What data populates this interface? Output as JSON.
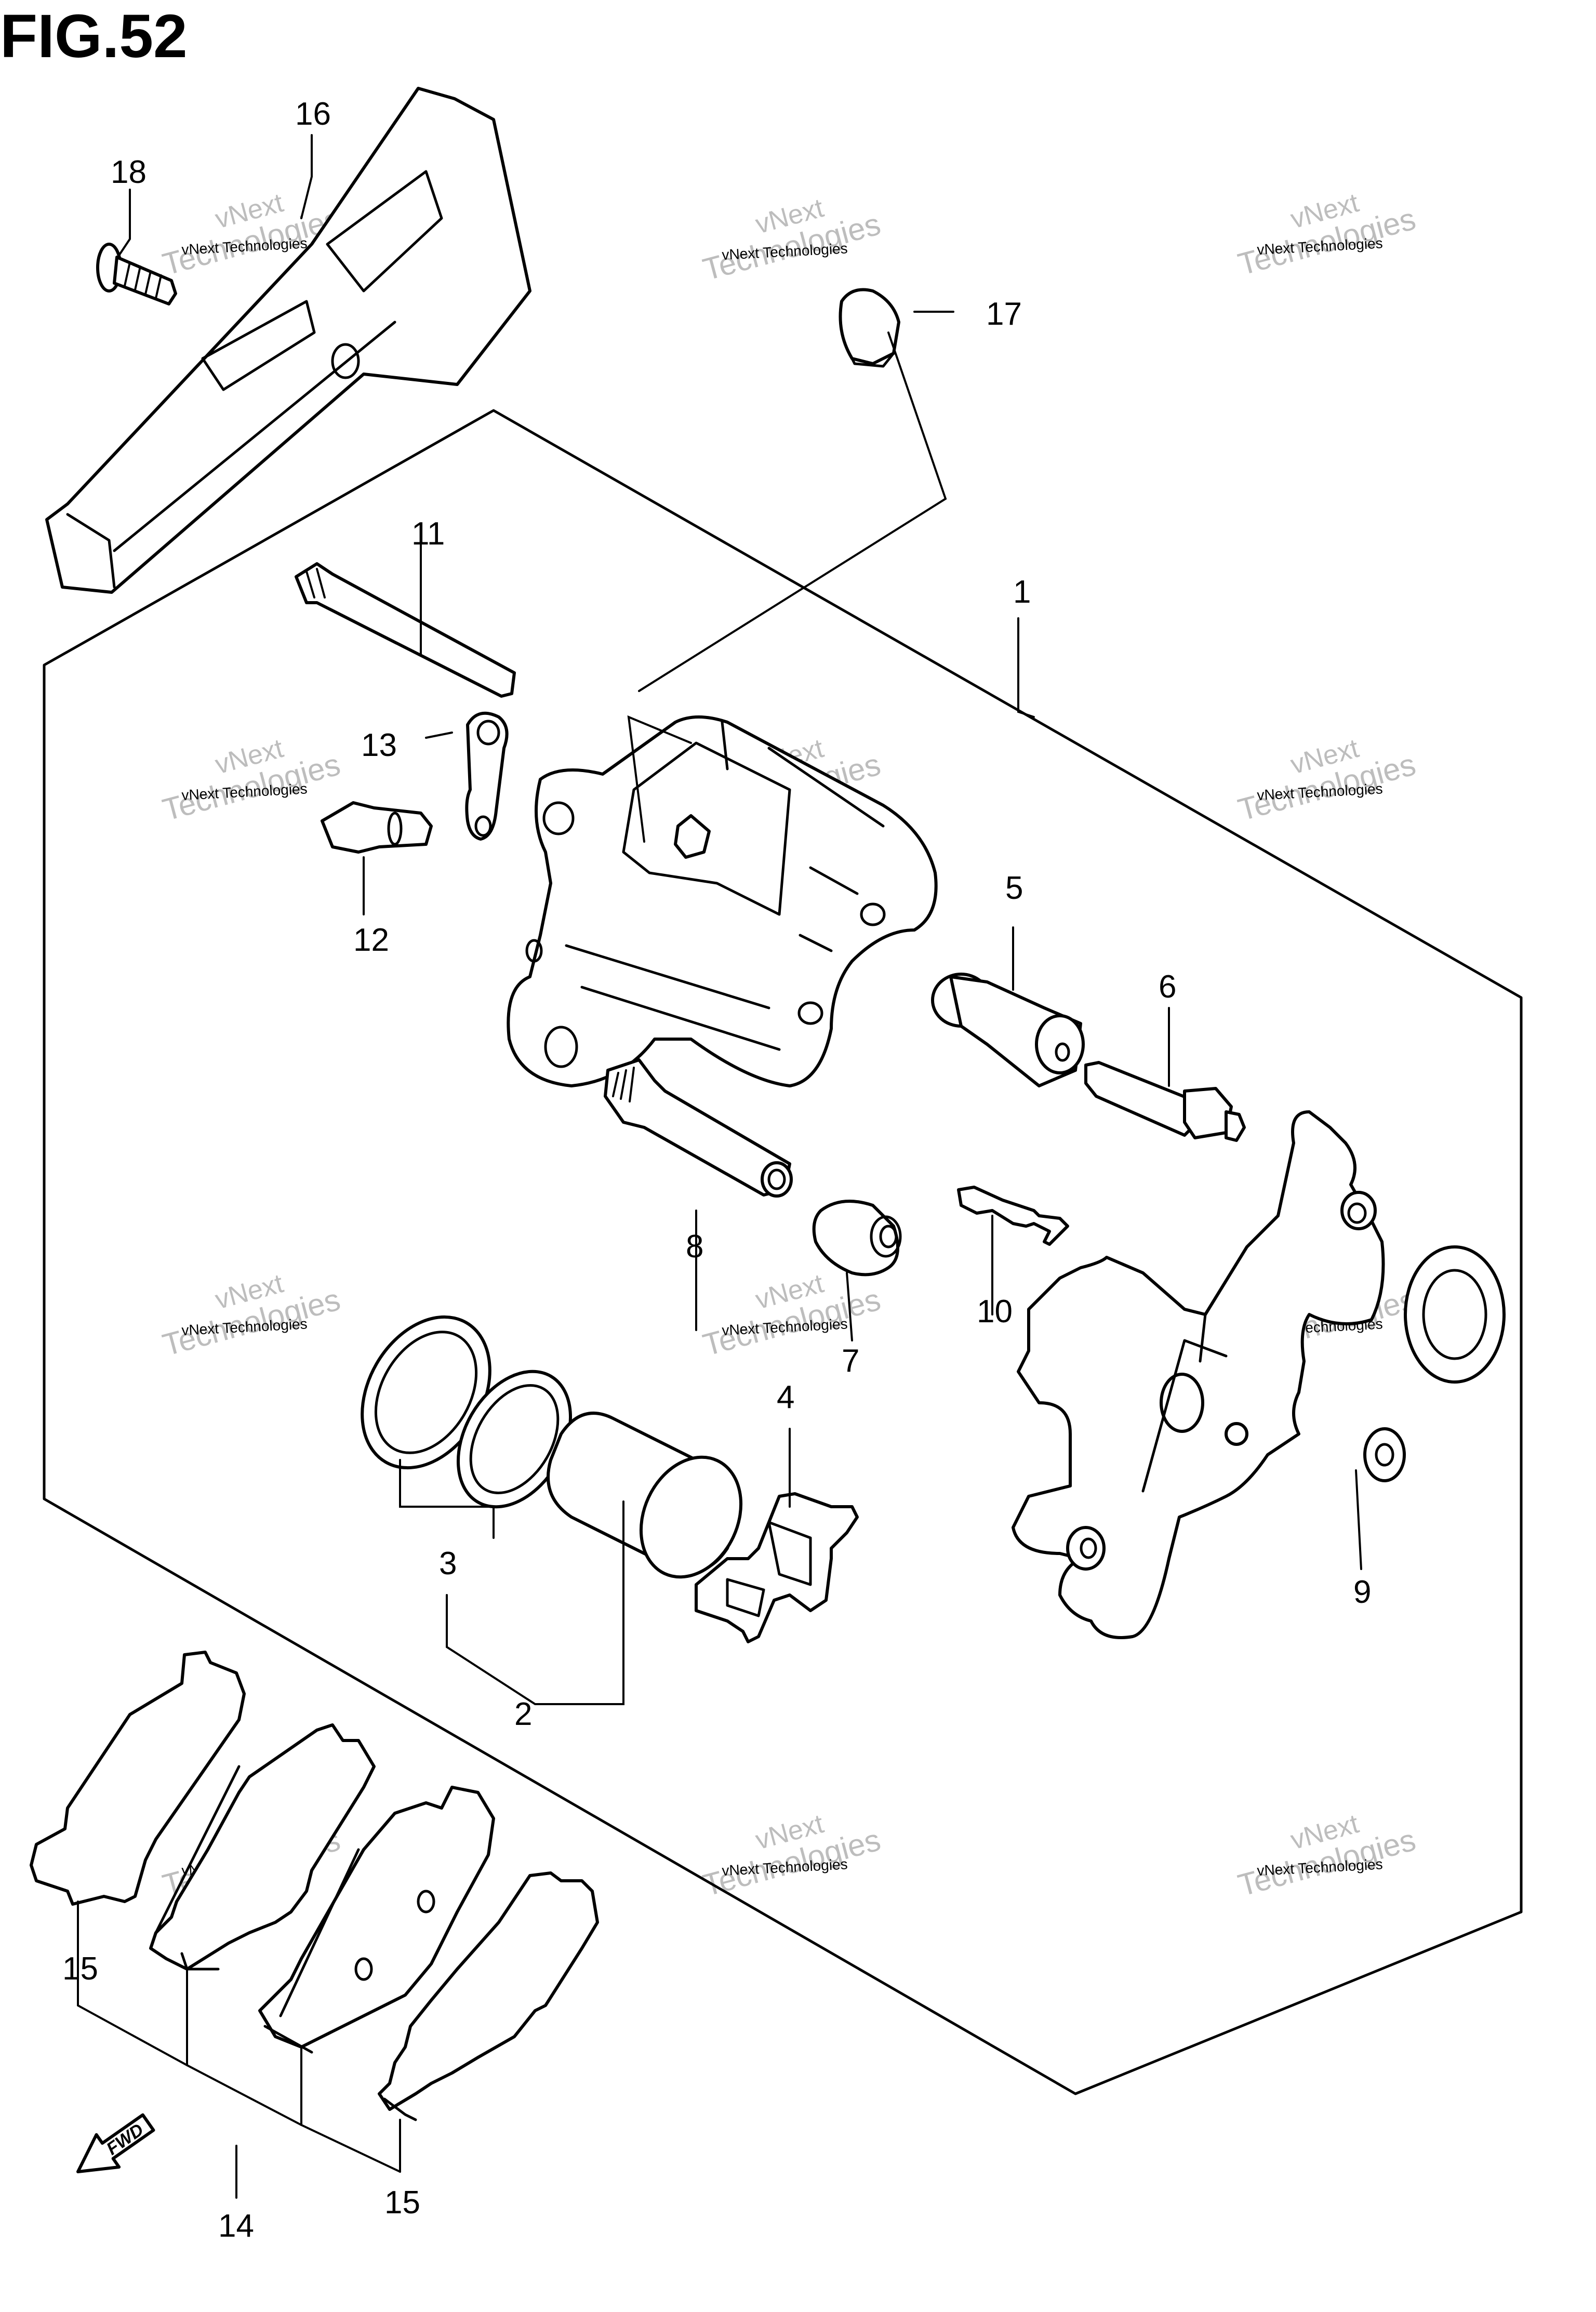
{
  "figure": {
    "title": "FIG.52"
  },
  "callouts": [
    {
      "id": "1",
      "text": "1"
    },
    {
      "id": "2",
      "text": "2"
    },
    {
      "id": "3",
      "text": "3"
    },
    {
      "id": "4",
      "text": "4"
    },
    {
      "id": "5",
      "text": "5"
    },
    {
      "id": "6",
      "text": "6"
    },
    {
      "id": "7",
      "text": "7"
    },
    {
      "id": "8",
      "text": "8"
    },
    {
      "id": "9",
      "text": "9"
    },
    {
      "id": "10",
      "text": "10"
    },
    {
      "id": "11",
      "text": "11"
    },
    {
      "id": "12",
      "text": "12"
    },
    {
      "id": "13",
      "text": "13"
    },
    {
      "id": "14",
      "text": "14"
    },
    {
      "id": "15a",
      "text": "15"
    },
    {
      "id": "15b",
      "text": "15"
    },
    {
      "id": "16",
      "text": "16"
    },
    {
      "id": "17",
      "text": "17"
    },
    {
      "id": "18",
      "text": "18"
    }
  ],
  "watermark": {
    "line1": "vNext Technologies",
    "line2": "vNext",
    "line3": "Technologies"
  },
  "fwd_label": "FWD",
  "colors": {
    "ink": "#000000",
    "watermark": "#bdbdbd"
  }
}
